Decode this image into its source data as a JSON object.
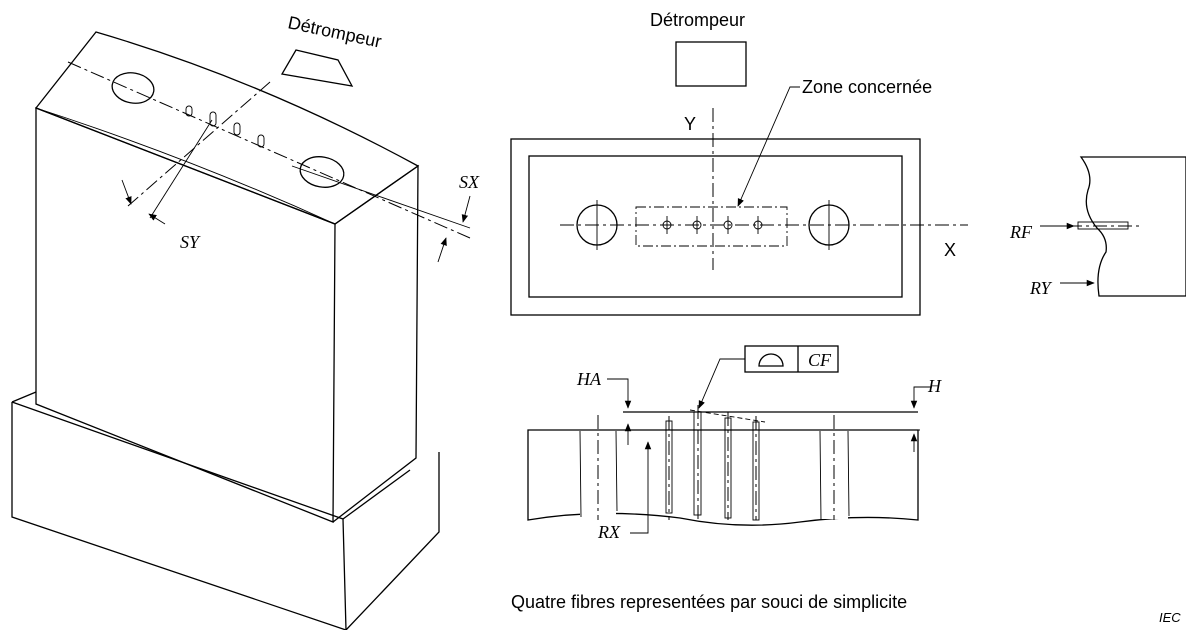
{
  "labels": {
    "detrompeur_iso": "Détrompeur",
    "detrompeur_top": "Détrompeur",
    "zone": "Zone concernée",
    "axis_y": "Y",
    "axis_x": "X",
    "sx": "SX",
    "sy": "SY",
    "rf": "RF",
    "ry": "RY",
    "ha": "HA",
    "h": "H",
    "cf": "CF",
    "rx": "RX",
    "caption": "Quatre fibres representées par souci de simplicite",
    "iec": "IEC"
  }
}
